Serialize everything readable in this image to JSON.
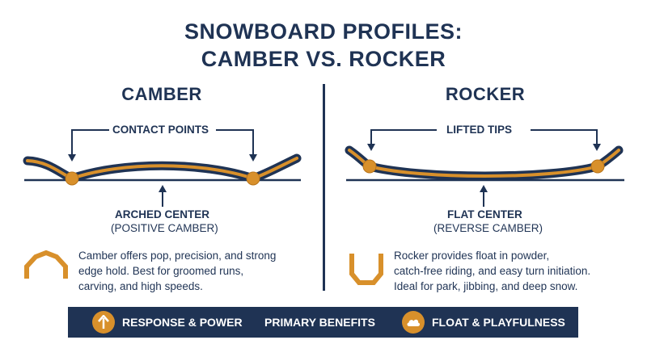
{
  "title": {
    "line1": "SNOWBOARD PROFILES:",
    "line2": "CAMBER VS. ROCKER"
  },
  "camber": {
    "heading": "CAMBER",
    "callout_top": "CONTACT POINTS",
    "callout_bottom": "ARCHED CENTER",
    "callout_sub": "(POSITIVE CAMBER)",
    "description": [
      "Camber offers pop, precision, and strong",
      "edge hold. Best for groomed runs,",
      "carving, and high speeds."
    ],
    "icon": "arch-icon"
  },
  "rocker": {
    "heading": "ROCKER",
    "callout_top": "LIFTED TIPS",
    "callout_bottom": "FLAT CENTER",
    "callout_sub": "(REVERSE CAMBER)",
    "description": [
      "Rocker provides float in powder,",
      "catch-free riding, and easy turn initiation.",
      "Ideal for park, jibbing, and deep snow."
    ],
    "icon": "u-shape-icon"
  },
  "banner": {
    "left_label": "RESPONSE & POWER",
    "center_label": "PRIMARY BENEFITS",
    "right_label": "FLOAT & PLAYFULNESS",
    "left_icon": "up-arrow-icon",
    "right_icon": "cloud-icon"
  },
  "colors": {
    "navy": "#1f3354",
    "accent": "#d8902b",
    "background": "#ffffff"
  }
}
